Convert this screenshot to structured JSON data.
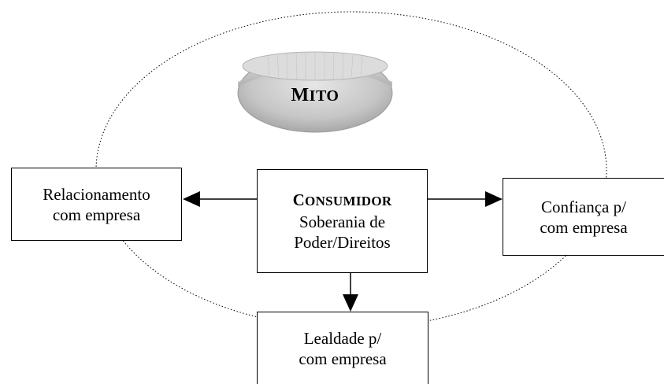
{
  "mito": {
    "title_initial": "M",
    "title_rest": "ITO"
  },
  "center": {
    "title_initial": "C",
    "title_rest": "ONSUMIDOR",
    "line1": "Soberania de",
    "line2": "Poder/Direitos"
  },
  "left": {
    "line1": "Relacionamento",
    "line2": "com empresa"
  },
  "right": {
    "line1": "Confiança p/",
    "line2": "com empresa"
  },
  "bottom": {
    "line1": "Lealdade p/",
    "line2": "com empresa"
  },
  "colors": {
    "line": "#000000",
    "ellipse_fill": "#c8c8c8",
    "ellipse_top": "#d9d9d9",
    "background": "#ffffff"
  }
}
